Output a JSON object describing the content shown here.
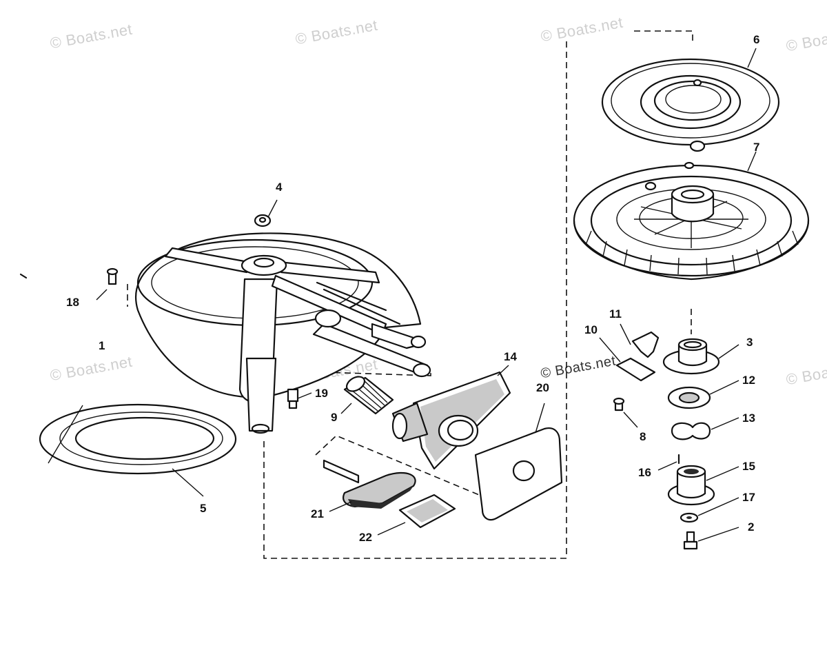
{
  "diagram": {
    "watermark_text": "© Boats.net",
    "callouts": [
      "1",
      "2",
      "3",
      "4",
      "5",
      "6",
      "7",
      "8",
      "9",
      "10",
      "11",
      "12",
      "13",
      "14",
      "15",
      "16",
      "17",
      "18",
      "19",
      "20",
      "21",
      "22"
    ]
  }
}
